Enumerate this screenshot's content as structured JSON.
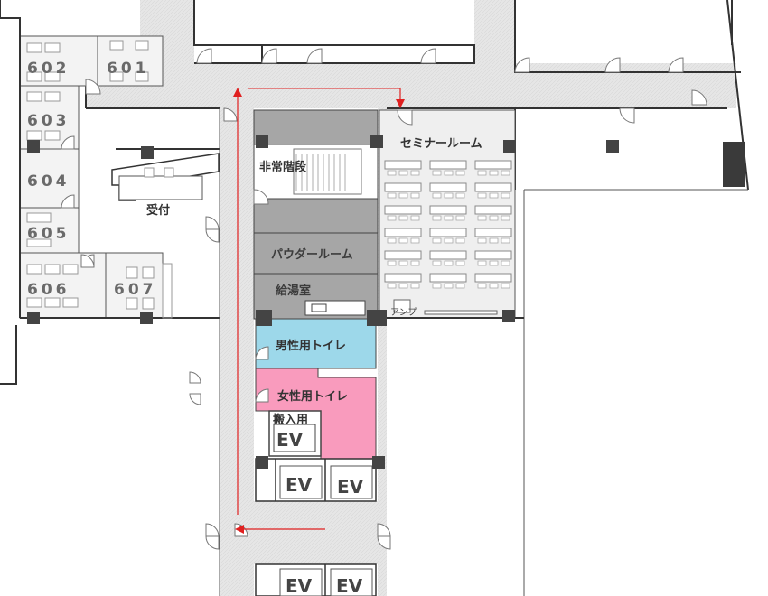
{
  "rooms": {
    "r601": "601",
    "r602": "602",
    "r603": "603",
    "r604": "604",
    "r605": "605",
    "r606": "606",
    "r607": "607"
  },
  "labels": {
    "reception": "受付",
    "emergency_stairs": "非常階段",
    "seminar_room": "セミナールーム",
    "powder_room": "パウダールーム",
    "kitchenette": "給湯室",
    "mens_toilet": "男性用トイレ",
    "womens_toilet": "女性用トイレ",
    "freight_label": "搬入用",
    "freight_ev": "EV",
    "ev_1": "EV",
    "ev_2": "EV",
    "ev_3": "EV",
    "ev_4": "EV",
    "amp": "アンプ"
  },
  "colors": {
    "service_gray": "#a6a6a6",
    "seminar_bg": "#efefef",
    "corridor": "#e6e6e6",
    "mens_toilet": "#9dd8ea",
    "womens_toilet": "#f99bbd",
    "route_arrow": "#e02020"
  }
}
